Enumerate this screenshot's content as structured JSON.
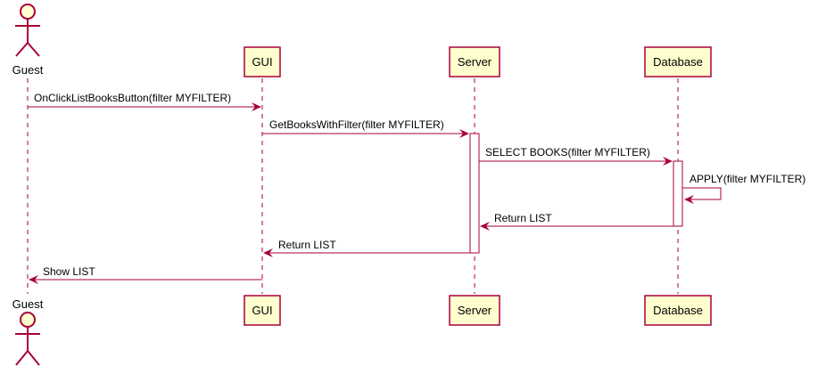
{
  "participants": [
    {
      "id": "guest",
      "name": "Guest",
      "kind": "actor"
    },
    {
      "id": "gui",
      "name": "GUI",
      "kind": "participant"
    },
    {
      "id": "server",
      "name": "Server",
      "kind": "participant"
    },
    {
      "id": "database",
      "name": "Database",
      "kind": "participant"
    }
  ],
  "messages": [
    {
      "from": "guest",
      "to": "gui",
      "label": "OnClickListBooksButton(filter MYFILTER)",
      "kind": "sync"
    },
    {
      "from": "gui",
      "to": "server",
      "label": "GetBooksWithFilter(filter MYFILTER)",
      "kind": "sync"
    },
    {
      "from": "server",
      "to": "database",
      "label": "SELECT BOOKS(filter MYFILTER)",
      "kind": "sync"
    },
    {
      "from": "database",
      "to": "database",
      "label": "APPLY(filter MYFILTER)",
      "kind": "self"
    },
    {
      "from": "database",
      "to": "server",
      "label": "Return LIST",
      "kind": "return"
    },
    {
      "from": "server",
      "to": "gui",
      "label": "Return LIST",
      "kind": "return"
    },
    {
      "from": "gui",
      "to": "guest",
      "label": "Show LIST",
      "kind": "return"
    }
  ],
  "colors": {
    "line": "#A80036",
    "box_fill": "#FEFECE",
    "activation_fill": "#FFFFFF",
    "text": "#000000"
  }
}
